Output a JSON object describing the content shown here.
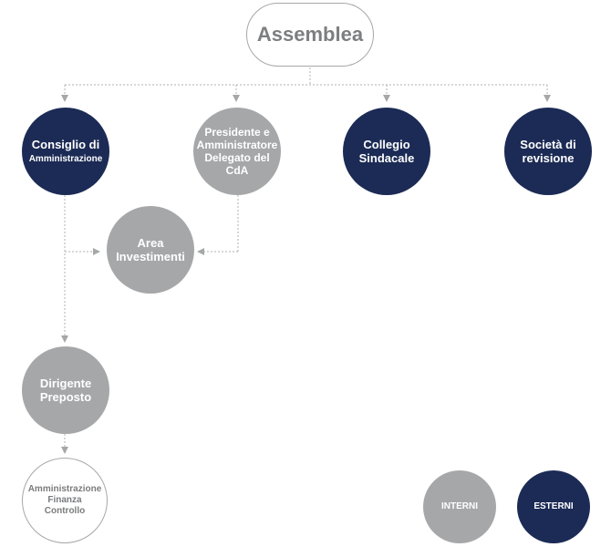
{
  "nodes": {
    "assemblea": "Assemblea",
    "consiglio_line1": "Consiglio di",
    "consiglio_line2": "Amministrazione",
    "presidente": "Presidente e Amministratore Delegato del CdA",
    "collegio": "Collegio Sindacale",
    "societa": "Società di revisione",
    "area": "Area Investimenti",
    "dirigente": "Dirigente Preposto",
    "amministrazione": "Amministrazione Finanza Controllo"
  },
  "legend": {
    "interni": "INTERNI",
    "esterni": "ESTERNI"
  },
  "colors": {
    "dark_navy": "#1c2b55",
    "grey": "#a6a7a9",
    "connector": "#b0b1b3"
  }
}
